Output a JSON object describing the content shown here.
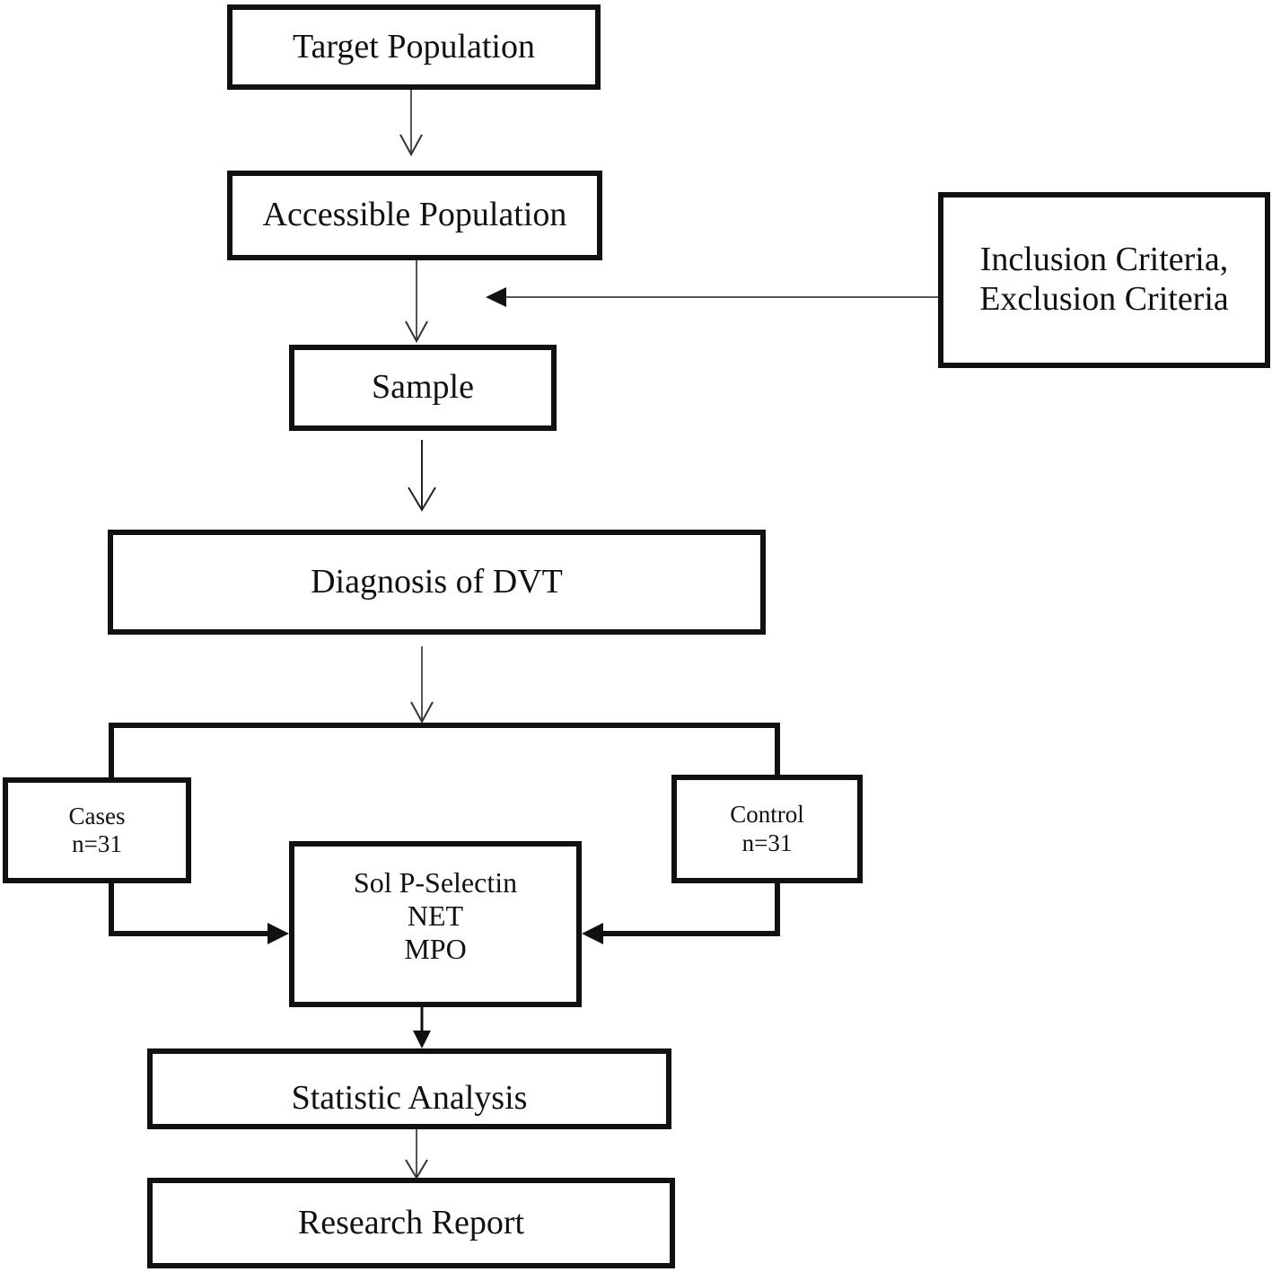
{
  "diagram": {
    "target_population": "Target Population",
    "accessible_population": "Accessible Population",
    "criteria": [
      "Inclusion Criteria,",
      "Exclusion Criteria"
    ],
    "sample": "Sample",
    "diagnosis": "Diagnosis of DVT",
    "cases": [
      "Cases",
      "n=31"
    ],
    "control": [
      "Control",
      "n=31"
    ],
    "markers": [
      "Sol P-Selectin",
      "NET",
      "MPO"
    ],
    "statistic_analysis": "Statistic Analysis",
    "research_report": "Research Report"
  }
}
